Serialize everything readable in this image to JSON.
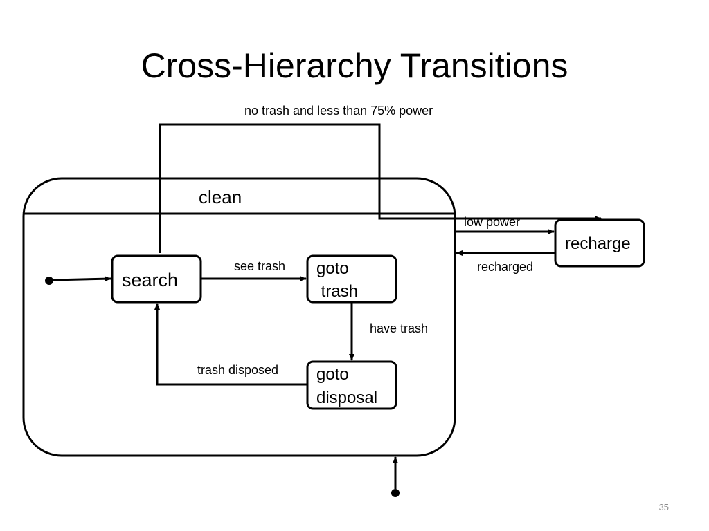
{
  "slide": {
    "title": "Cross-Hierarchy Transitions",
    "page_number": "35"
  },
  "diagram": {
    "superstate": {
      "label": "clean"
    },
    "states": {
      "search": "search",
      "goto_trash_line1": "goto",
      "goto_trash_line2": " trash",
      "goto_disposal_line1": "goto",
      "goto_disposal_line2": "disposal",
      "recharge": "recharge"
    },
    "transitions": {
      "no_trash": "no trash and less than 75% power",
      "see_trash": "see trash",
      "have_trash": "have trash",
      "trash_disposed": "trash disposed",
      "low_power": "low power",
      "recharged": "recharged"
    }
  }
}
